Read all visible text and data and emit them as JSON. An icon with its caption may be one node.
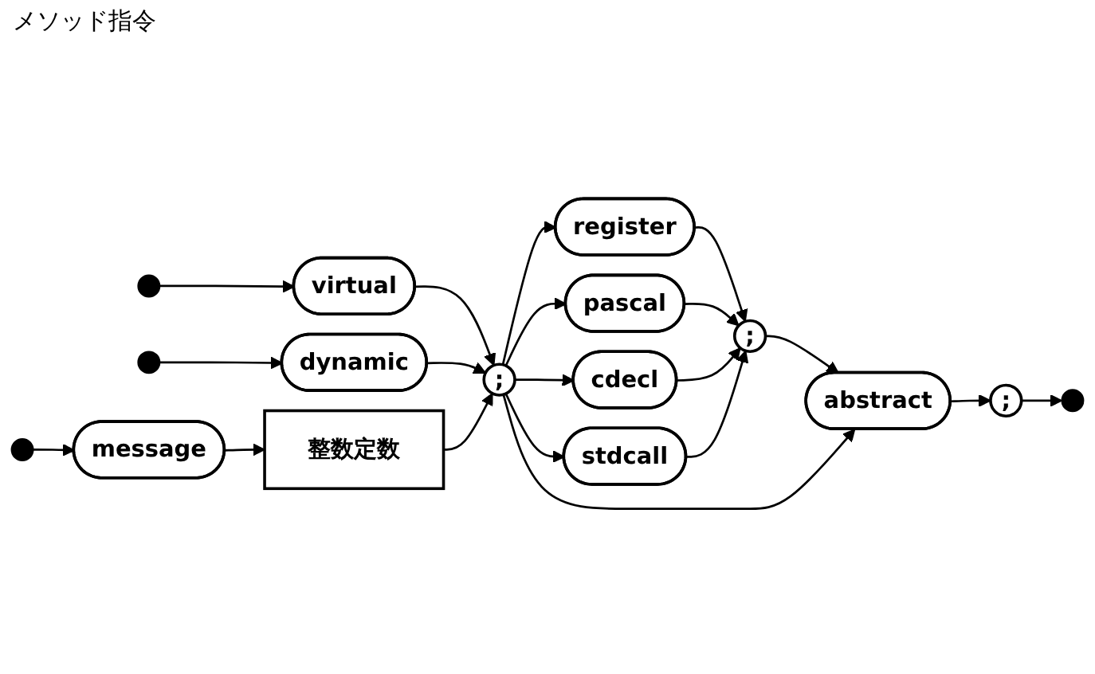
{
  "diagram": {
    "title": "メソッド指令",
    "nodes": [
      {
        "text": [
          "virtual"
        ]
      },
      {
        "text": [
          "dynamic"
        ]
      },
      {
        "text": [
          "message"
        ]
      },
      {
        "text": [
          "整数定数"
        ]
      },
      {
        "text": [
          ";"
        ]
      },
      {
        "text": [
          "register"
        ]
      },
      {
        "text": [
          "pascal"
        ]
      },
      {
        "text": [
          "cdecl"
        ]
      },
      {
        "text": [
          "stdcall"
        ]
      },
      {
        "text": [
          ";"
        ]
      },
      {
        "text": [
          "abstract"
        ]
      },
      {
        "text": [
          ";"
        ]
      }
    ],
    "edges": [
      {
        "from": null,
        "to": 0,
        "arrow": "to"
      },
      {
        "from": null,
        "to": 1,
        "arrow": "to"
      },
      {
        "from": null,
        "to": 2,
        "arrow": "to"
      },
      {
        "from": 0,
        "to": 4,
        "arrow": "to"
      },
      {
        "from": 1,
        "to": 4,
        "arrow": "to"
      },
      {
        "from": 2,
        "to": 3,
        "arrow": "to"
      },
      {
        "from": 3,
        "to": 4,
        "arrow": "to"
      },
      {
        "from": 4,
        "to": 5,
        "arrow": "to"
      },
      {
        "from": 4,
        "to": 6,
        "arrow": "to"
      },
      {
        "from": 4,
        "to": 7,
        "arrow": "to"
      },
      {
        "from": 4,
        "to": 8,
        "arrow": "to"
      },
      {
        "from": 5,
        "to": 9,
        "arrow": "to"
      },
      {
        "from": 6,
        "to": 9,
        "arrow": "to"
      },
      {
        "from": 7,
        "to": 9,
        "arrow": "to"
      },
      {
        "from": 8,
        "to": 9,
        "arrow": "to"
      },
      {
        "from": 9,
        "to": 10,
        "arrow": "to"
      },
      {
        "from": 10,
        "to": 11,
        "arrow": "to"
      },
      {
        "from": 11,
        "to": null,
        "arrow": "to"
      },
      {
        "from": 4,
        "to": 10,
        "arrow": "to"
      }
    ]
  }
}
